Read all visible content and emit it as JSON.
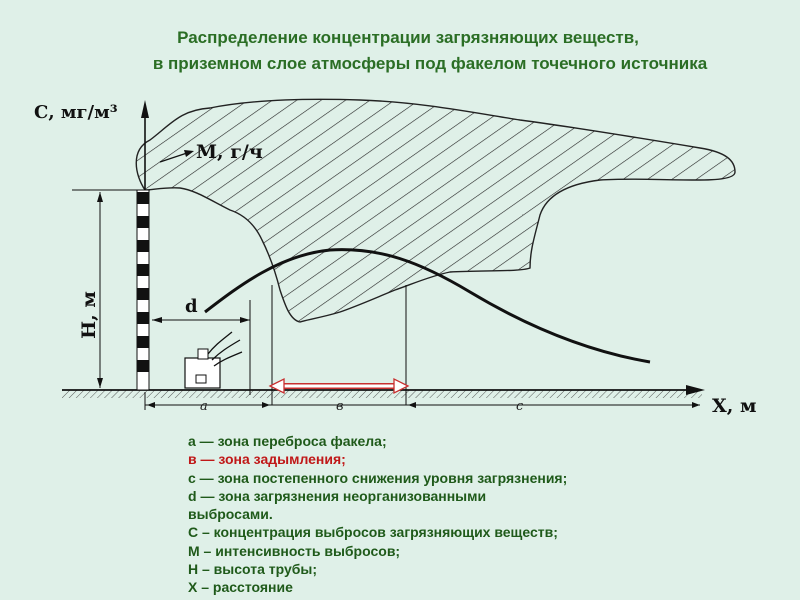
{
  "title": {
    "line1": "Распределение концентрации загрязняющих веществ,",
    "line2": "в приземном слое атмосферы под факелом точечного источника"
  },
  "diagram": {
    "y_axis_label": "С, мг/м³",
    "x_axis_label": "Х, м",
    "plume_label": "М, г/ч",
    "height_label": "Н, м",
    "d_label": "d",
    "zone_a": "a",
    "zone_b": "в",
    "zone_c": "с"
  },
  "legend": [
    {
      "text": "а — зона переброса факела;",
      "color": "#1f5a1a"
    },
    {
      "text": " в — зона задымления;",
      "color": "#c01818"
    },
    {
      "text": "с — зона постепенного снижения уровня загрязнения;",
      "color": "#1f5a1a"
    },
    {
      "text": "d — зона загрязнения неорганизованными",
      "color": "#1f5a1a"
    },
    {
      "text": "выбросами.",
      "color": "#1f5a1a"
    },
    {
      "text": "С – концентрация выбросов загрязняющих веществ;",
      "color": "#1f5a1a"
    },
    {
      "text": " М – интенсивность выбросов;",
      "color": "#1f5a1a"
    },
    {
      "text": "Н – высота трубы;",
      "color": "#1f5a1a"
    },
    {
      "text": "Х – расстояние",
      "color": "#1f5a1a"
    }
  ]
}
